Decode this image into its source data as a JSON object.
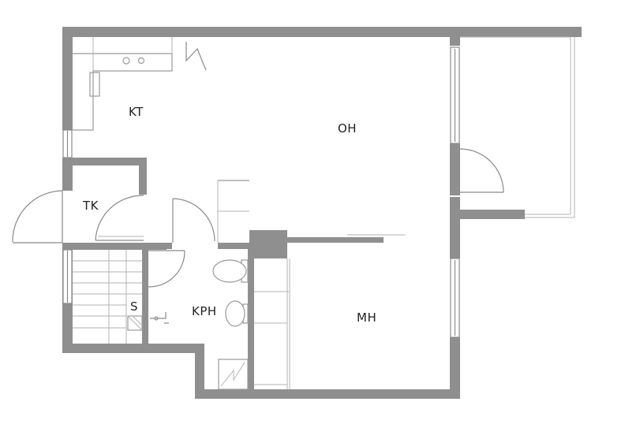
{
  "rooms": {
    "kt": "KT",
    "oh": "OH",
    "tk": "TK",
    "kph": "KPH",
    "s": "S",
    "mh": "MH"
  }
}
